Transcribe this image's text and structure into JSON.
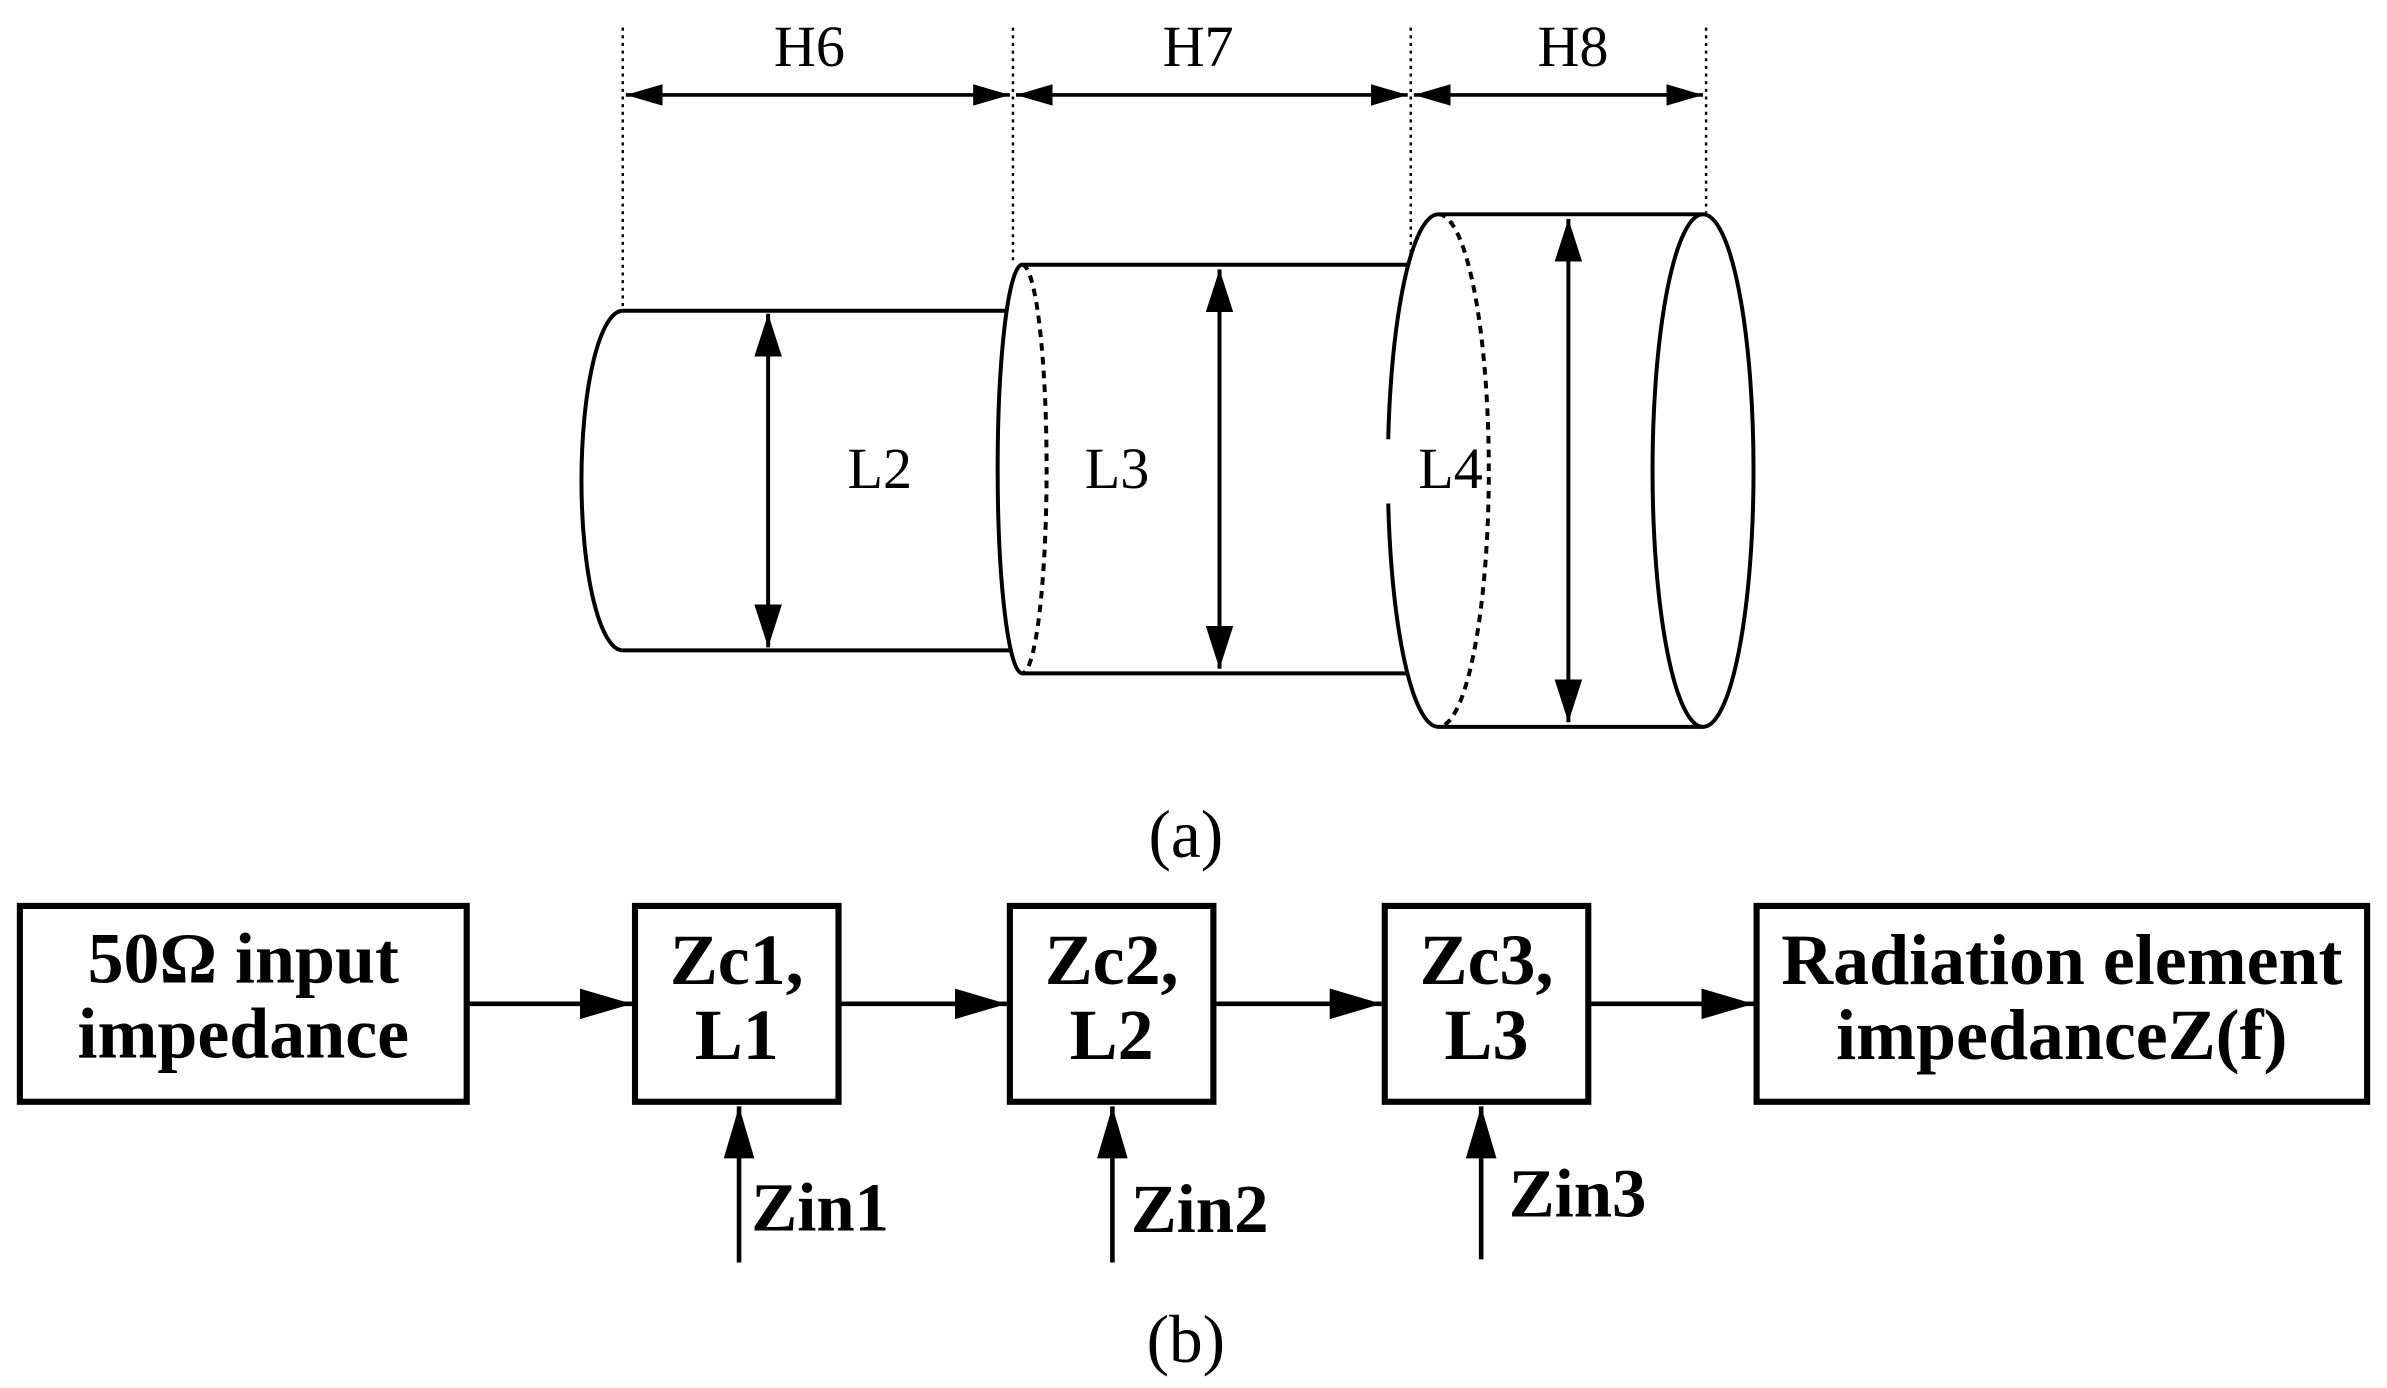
{
  "figure_a": {
    "caption": "(a)",
    "section_lengths": [
      "H6",
      "H7",
      "H8"
    ],
    "section_diameters": [
      "L2",
      "L3",
      "L4"
    ]
  },
  "figure_b": {
    "caption": "(b)",
    "blocks": [
      {
        "lines": [
          "50Ω input",
          "impedance"
        ]
      },
      {
        "lines": [
          "Zc1,",
          "L1"
        ]
      },
      {
        "lines": [
          "Zc2,",
          "L2"
        ]
      },
      {
        "lines": [
          "Zc3,",
          "L3"
        ]
      },
      {
        "lines": [
          "Radiation element",
          "impedanceZ(f)"
        ]
      }
    ],
    "input_impedances": [
      "Zin1",
      "Zin2",
      "Zin3"
    ]
  },
  "colors": {
    "ink": "#000000",
    "background": "#ffffff"
  }
}
